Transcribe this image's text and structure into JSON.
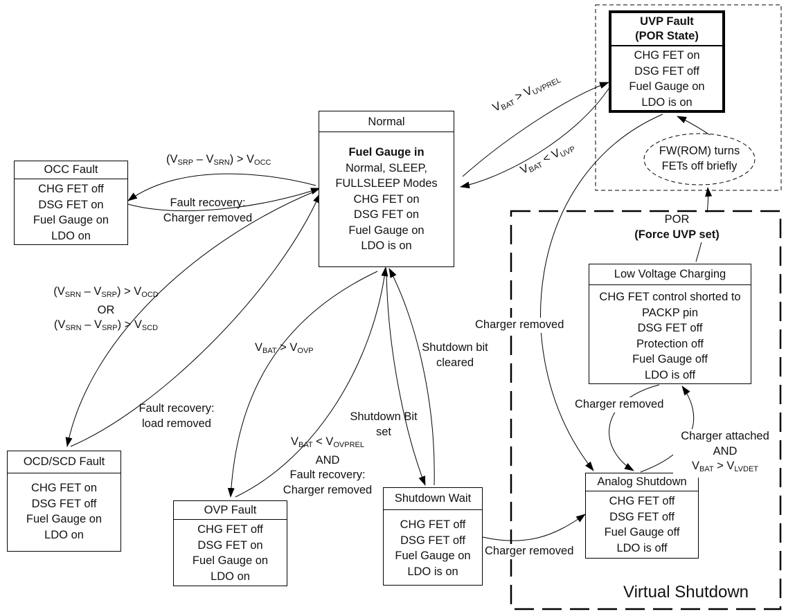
{
  "states": {
    "normal": {
      "title": "Normal",
      "lines": [
        "Fuel Gauge in",
        "Normal, SLEEP,",
        "FULLSLEEP Modes",
        "CHG FET on",
        "DSG FET on",
        "Fuel Gauge on",
        "LDO is on"
      ]
    },
    "occ_fault": {
      "title": "OCC Fault",
      "lines": [
        "CHG FET off",
        "DSG FET on",
        "Fuel Gauge on",
        "LDO on"
      ]
    },
    "ocd_scd_fault": {
      "title": "OCD/SCD Fault",
      "lines": [
        "CHG FET on",
        "DSG FET off",
        "Fuel Gauge on",
        "LDO on"
      ]
    },
    "ovp_fault": {
      "title": "OVP Fault",
      "lines": [
        "CHG FET off",
        "DSG FET on",
        "Fuel Gauge on",
        "LDO on"
      ]
    },
    "shutdown_wait": {
      "title": "Shutdown Wait",
      "lines": [
        "CHG FET off",
        "DSG FET off",
        "Fuel Gauge on",
        "LDO is on"
      ]
    },
    "uvp_fault": {
      "title_line1": "UVP Fault",
      "title_line2": "(POR State)",
      "lines": [
        "CHG FET on",
        "DSG FET off",
        "Fuel Gauge on",
        "LDO is on"
      ]
    },
    "low_voltage_charging": {
      "title": "Low Voltage Charging",
      "lines": [
        "CHG FET control shorted to",
        "PACKP pin",
        "DSG FET off",
        "Protection off",
        "Fuel Gauge off",
        "LDO is off"
      ]
    },
    "analog_shutdown": {
      "title": "Analog Shutdown",
      "lines": [
        "CHG FET off",
        "DSG FET off",
        "Fuel Gauge off",
        "LDO is off"
      ]
    },
    "fw_rom": {
      "line1": "FW(ROM) turns",
      "line2": "FETs off briefly"
    }
  },
  "regions": {
    "virtual_shutdown": "Virtual Shutdown"
  },
  "labels": {
    "occ_cond": {
      "v1": "V",
      "s1": "SRP",
      "minus": " – V",
      "s2": "SRN",
      "gt": ") > V",
      "s3": "OCC"
    },
    "occ_recovery": {
      "line1": "Fault recovery:",
      "line2": "Charger removed"
    },
    "ocd_cond1": {
      "v1": "V",
      "s1": "SRN",
      "minus": " – V",
      "s2": "SRP",
      "gt": ") > V",
      "s3": "OCD"
    },
    "ocd_or": "OR",
    "ocd_cond2": {
      "v1": "V",
      "s1": "SRN",
      "minus": " – V",
      "s2": "SRP",
      "gt": ") > V",
      "s3": "SCD"
    },
    "ocd_recovery": {
      "line1": "Fault recovery:",
      "line2": "load removed"
    },
    "ovp_cond": {
      "v1": "V",
      "s1": "BAT",
      "gt": " > V",
      "s2": "OVP"
    },
    "ovp_recovery": {
      "v1": "V",
      "s1": "BAT",
      "lt": " < V",
      "s2": "OVPREL",
      "and": "AND",
      "line3": "Fault recovery:",
      "line4": "Charger removed"
    },
    "shutdown_set": {
      "line1": "Shutdown Bit",
      "line2": "set"
    },
    "shutdown_cleared": {
      "line1": "Shutdown bit",
      "line2": "cleared"
    },
    "uvprel_cond": {
      "v1": "V",
      "s1": "BAT",
      "gt": " > V",
      "s2": "UVPREL"
    },
    "uvp_cond": {
      "v1": "V",
      "s1": "BAT",
      "lt": " < V",
      "s2": "UVP"
    },
    "charger_removed_uvp": "Charger removed",
    "por": {
      "line1": "POR",
      "line2": "(Force UVP set)"
    },
    "charger_removed_lvc": "Charger removed",
    "charger_attached": {
      "line1": "Charger attached",
      "line2": "AND",
      "v1": "V",
      "s1": "BAT",
      "gt": " > V",
      "s2": "LVDET"
    },
    "charger_removed_sw": "Charger removed"
  }
}
